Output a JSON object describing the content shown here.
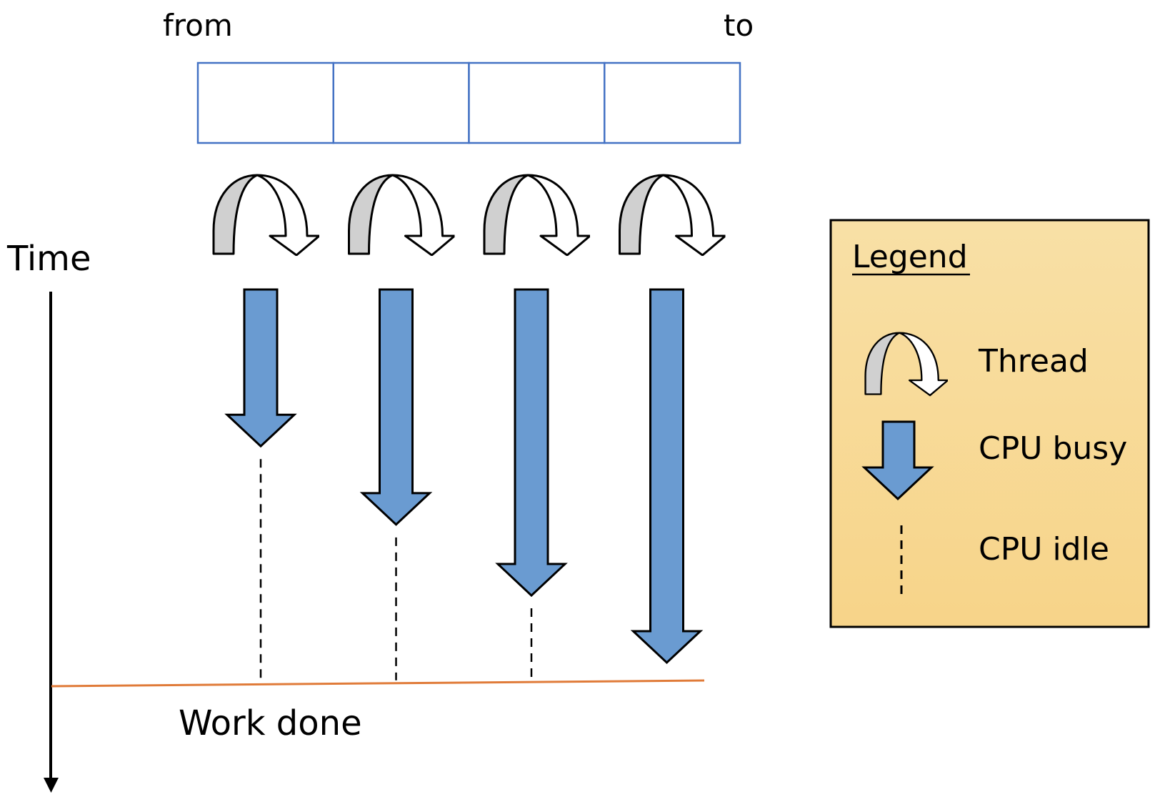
{
  "diagram": {
    "range_labels": {
      "from": "from",
      "to": "to"
    },
    "work_cells": 4,
    "axis_label": "Time",
    "work_done_label": "Work done",
    "threads": [
      {
        "id": 1,
        "busy_fraction": 0.42
      },
      {
        "id": 2,
        "busy_fraction": 0.63
      },
      {
        "id": 3,
        "busy_fraction": 0.82
      },
      {
        "id": 4,
        "busy_fraction": 1.0
      }
    ],
    "legend": {
      "title": "Legend",
      "items": [
        {
          "icon": "thread-icon",
          "label": "Thread"
        },
        {
          "icon": "cpu-busy-arrow-icon",
          "label": "CPU busy"
        },
        {
          "icon": "cpu-idle-dashed-icon",
          "label": "CPU idle"
        }
      ]
    },
    "colors": {
      "cell_border": "#4472c4",
      "busy_arrow": "#6a9bd1",
      "thread_back": "#d0d0d0",
      "work_done_line": "#e07b39",
      "legend_top": "#f8e0a6",
      "legend_bottom": "#f7d489"
    }
  }
}
